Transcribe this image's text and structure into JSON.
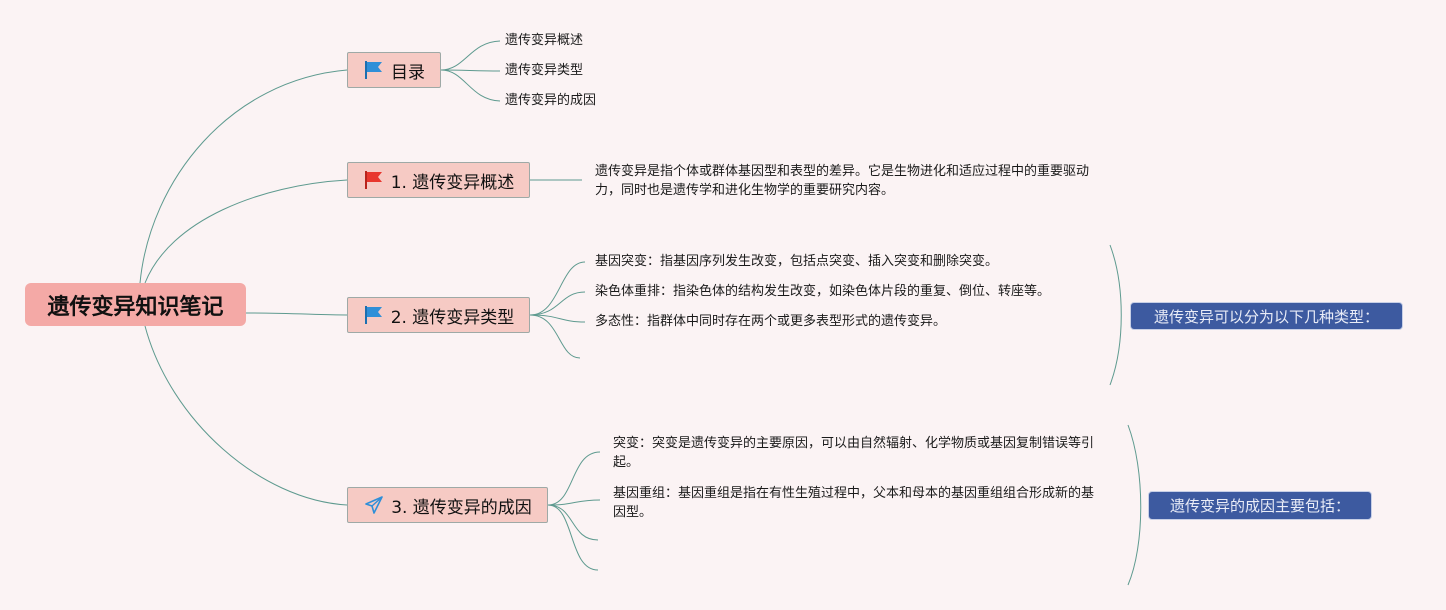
{
  "title": "遗传变异知识笔记",
  "branches": [
    {
      "label": "目录",
      "icon": "blue-flag-icon",
      "children": [
        "遗传变异概述",
        "遗传变异类型",
        "遗传变异的成因"
      ]
    },
    {
      "label": "1. 遗传变异概述",
      "icon": "red-flag-icon",
      "text": "遗传变异是指个体或群体基因型和表型的差异。它是生物进化和适应过程中的重要驱动力，同时也是遗传学和进化生物学的重要研究内容。"
    },
    {
      "label": "2. 遗传变异类型",
      "icon": "blue-flag-icon",
      "children": [
        "基因突变：指基因序列发生改变，包括点突变、插入突变和删除突变。",
        "染色体重排：指染色体的结构发生改变，如染色体片段的重复、倒位、转座等。",
        "多态性：指群体中同时存在两个或更多表型形式的遗传变异。"
      ],
      "summary": "遗传变异可以分为以下几种类型："
    },
    {
      "label": "3. 遗传变异的成因",
      "icon": "paper-plane-icon",
      "children": [
        "突变：突变是遗传变异的主要原因，可以由自然辐射、化学物质或基因复制错误等引起。",
        "基因重组：基因重组是指在有性生殖过程中，父本和母本的基因重组组合形成新的基因型。"
      ],
      "summary": "遗传变异的成因主要包括："
    }
  ],
  "colors": {
    "background": "#fbf3f4",
    "root": "#f4a9a6",
    "branch": "#f6cac4",
    "connector": "#5e9a8f",
    "summary": "#3d5aa0",
    "flag_blue": "#2f8fd8",
    "flag_red": "#e8362d"
  }
}
